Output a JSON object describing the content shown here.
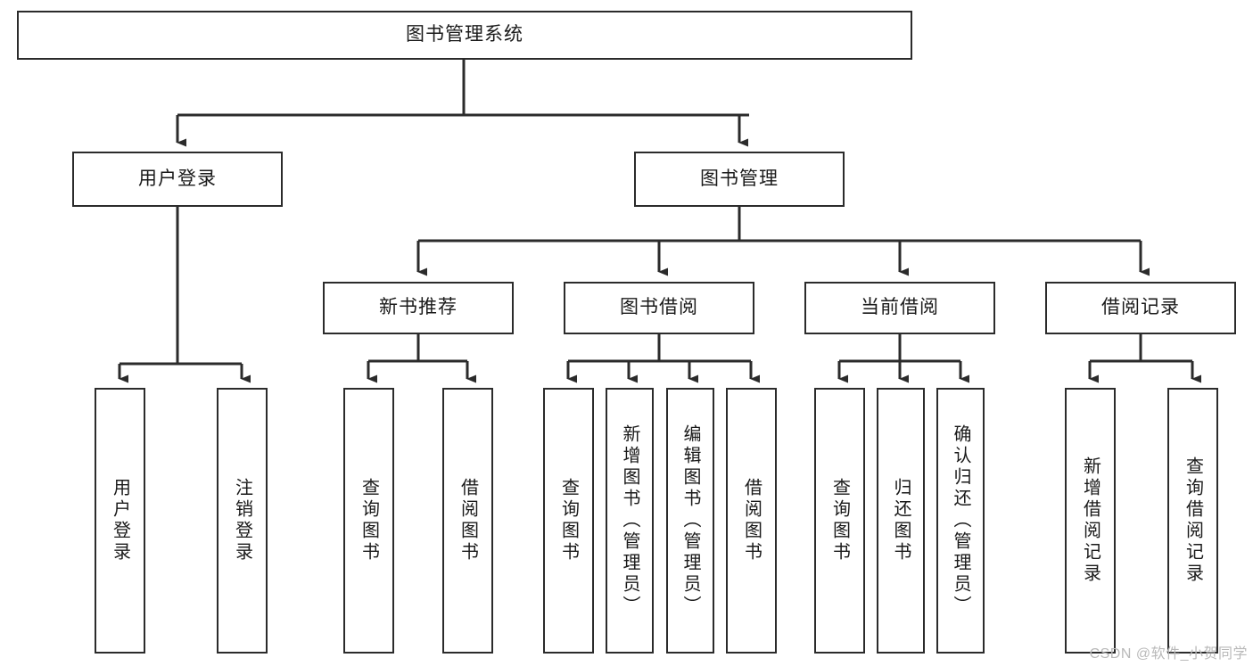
{
  "diagram": {
    "title": "图书管理系统",
    "type": "tree-hierarchy-chart",
    "stroke_color": "#2b2b2b",
    "fill_color": "#ffffff",
    "text_color": "#1a1a1a",
    "watermark": "CSDN @软件_小贺同学",
    "root": {
      "label": "图书管理系统"
    },
    "level2": [
      {
        "label": "用户登录"
      },
      {
        "label": "图书管理"
      }
    ],
    "level3": [
      {
        "label": "新书推荐"
      },
      {
        "label": "图书借阅"
      },
      {
        "label": "当前借阅"
      },
      {
        "label": "借阅记录"
      }
    ],
    "leaves": {
      "user_login": [
        {
          "label": "用户登录"
        },
        {
          "label": "注销登录"
        }
      ],
      "new_book_recommend": [
        {
          "label": "查询图书"
        },
        {
          "label": "借阅图书"
        }
      ],
      "book_borrow": [
        {
          "label": "查询图书"
        },
        {
          "label": "新增图书（管理员）"
        },
        {
          "label": "编辑图书（管理员）"
        },
        {
          "label": "借阅图书"
        }
      ],
      "current_borrow": [
        {
          "label": "查询图书"
        },
        {
          "label": "归还图书"
        },
        {
          "label": "确认归还（管理员）"
        }
      ],
      "borrow_record": [
        {
          "label": "新增借阅记录"
        },
        {
          "label": "查询借阅记录"
        }
      ]
    }
  }
}
